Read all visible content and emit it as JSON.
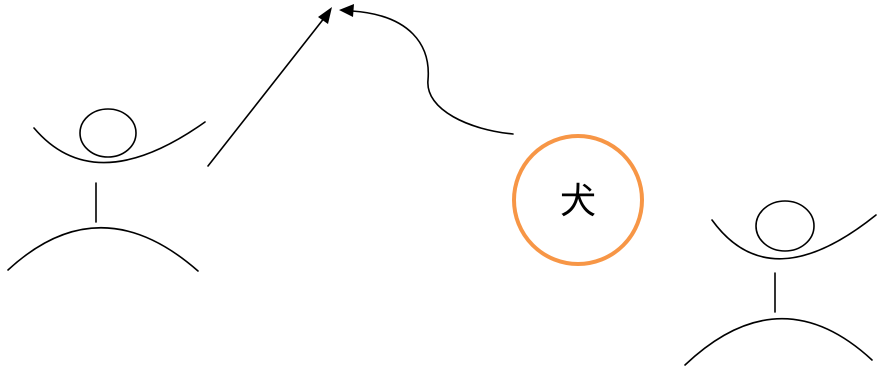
{
  "diagram": {
    "dog_circle": {
      "character": "犬",
      "border_color": "#F79646"
    },
    "figures": [
      {
        "name": "left-person"
      },
      {
        "name": "right-person"
      }
    ],
    "arrows": [
      {
        "name": "straight-arrow",
        "shape": "straight"
      },
      {
        "name": "curved-arrow",
        "shape": "curved"
      }
    ]
  }
}
